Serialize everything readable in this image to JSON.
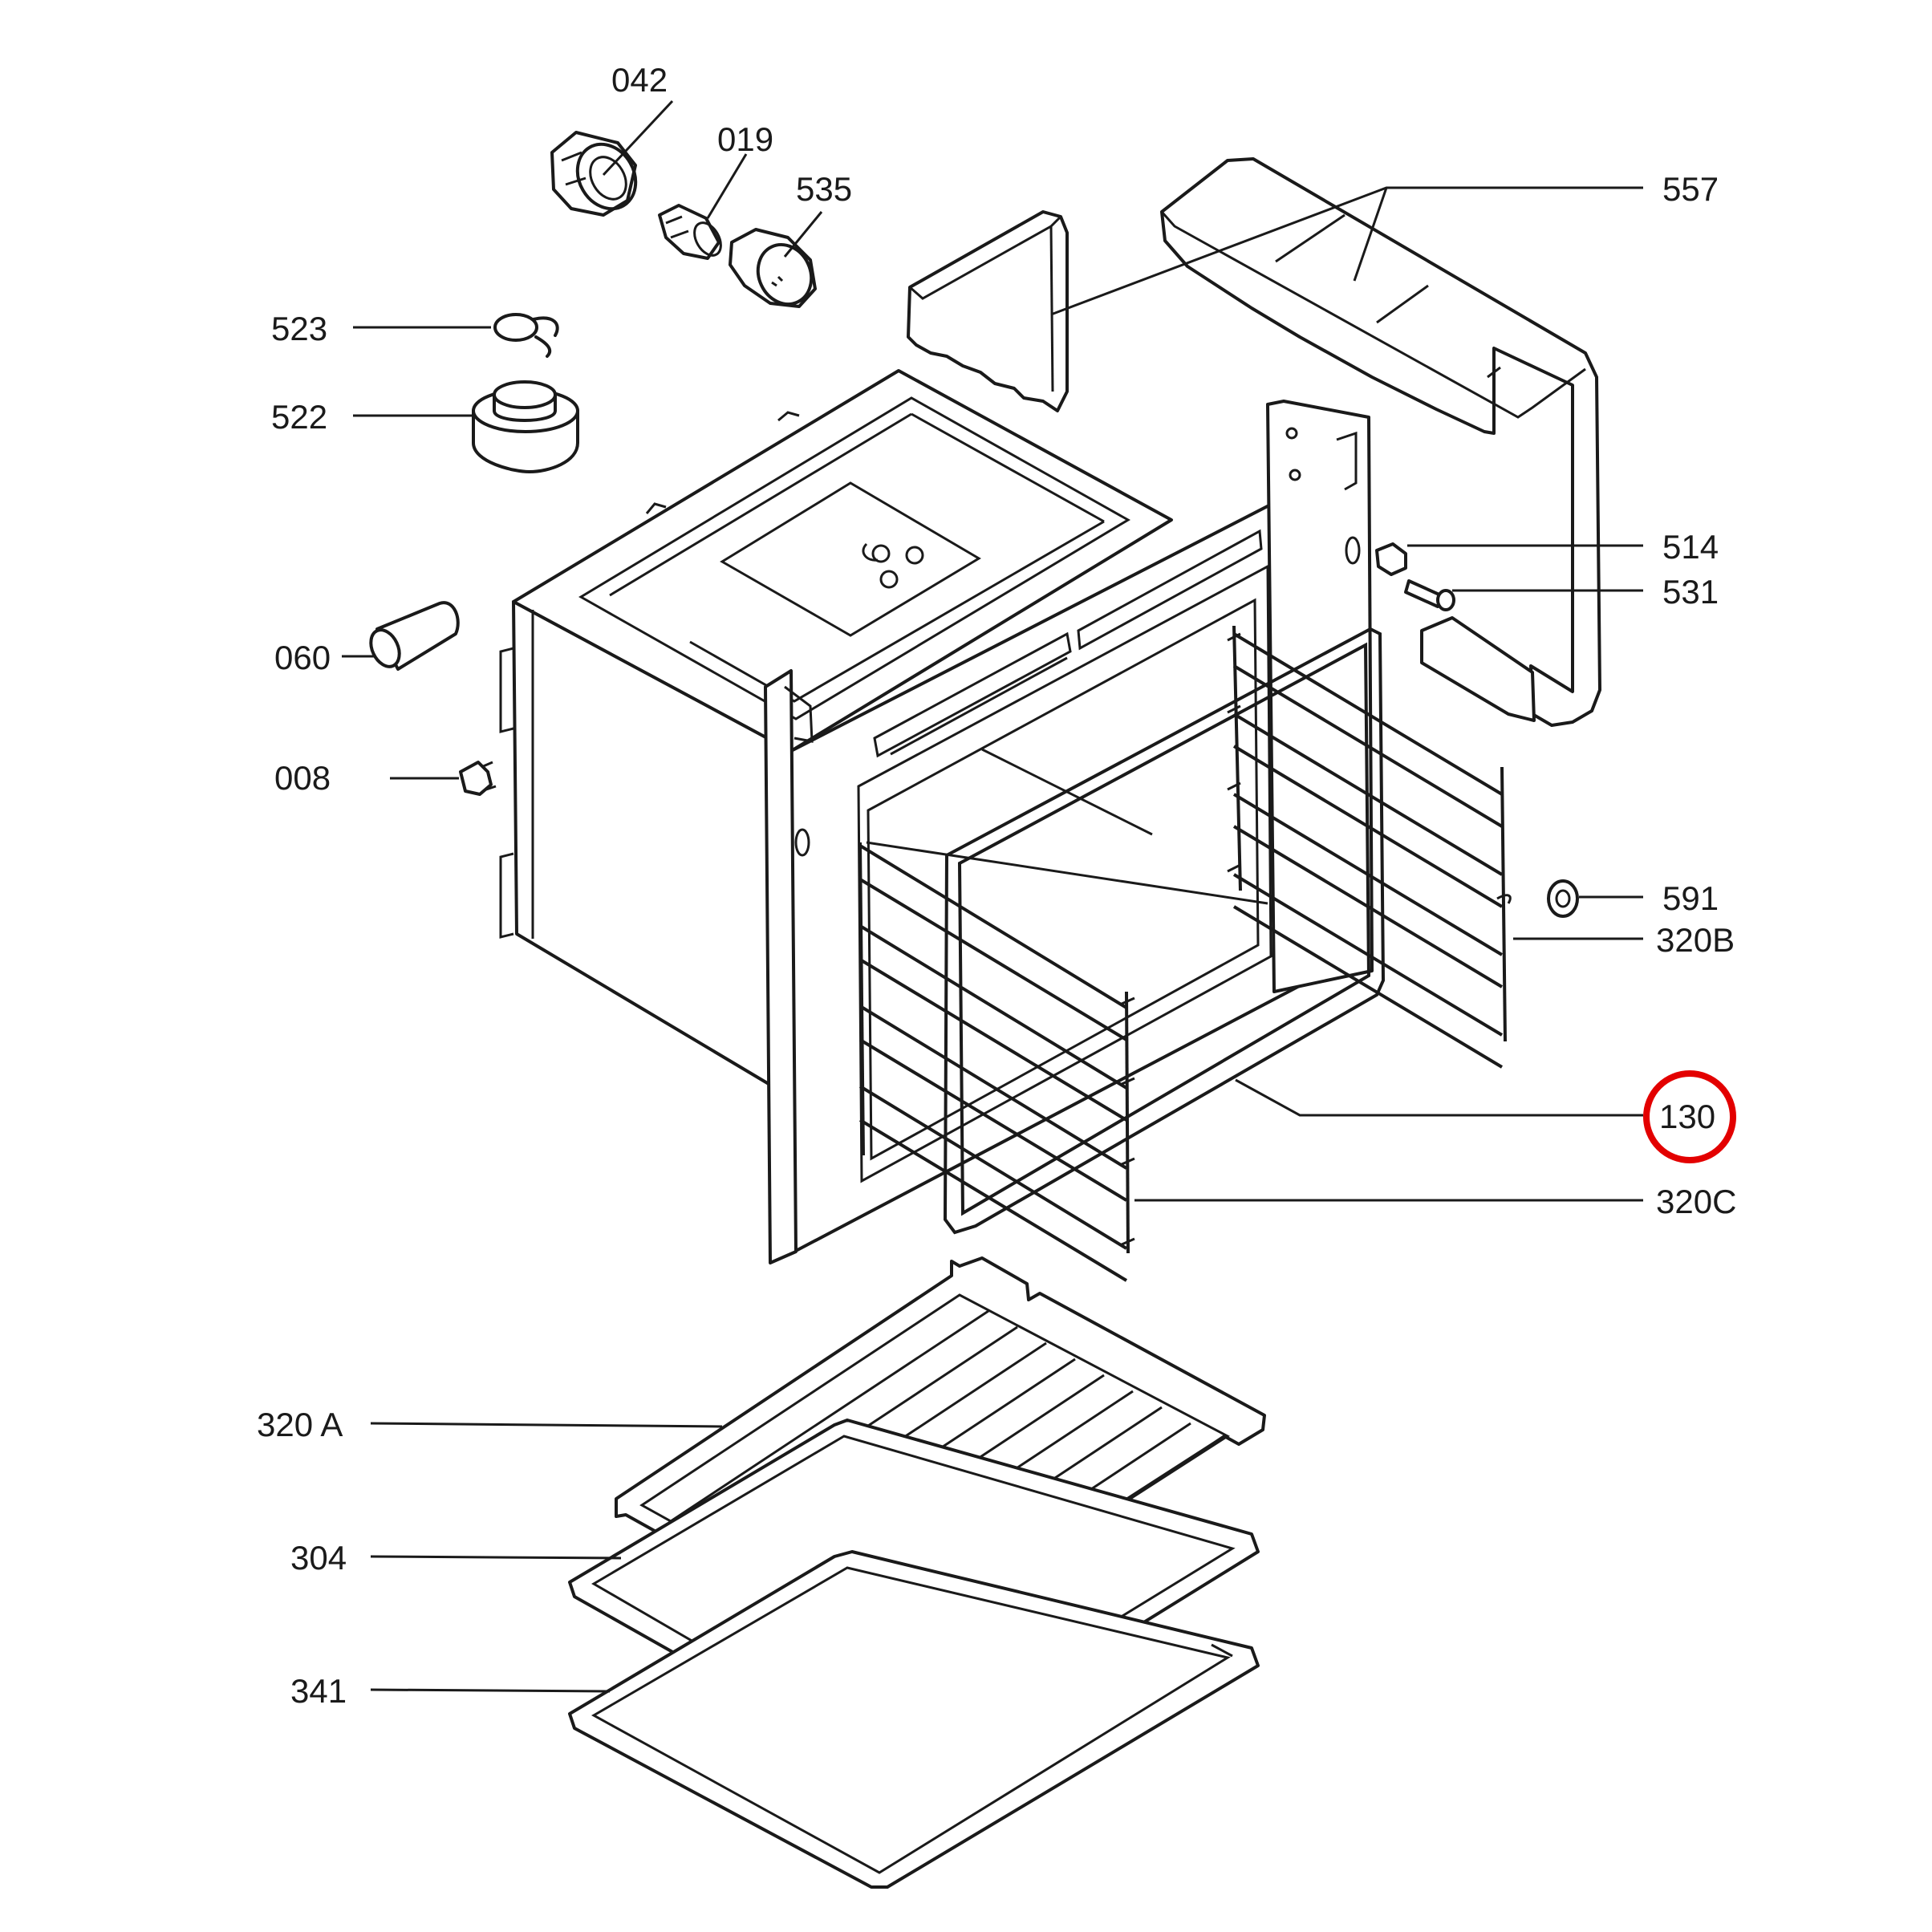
{
  "callouts": {
    "p042": "042",
    "p019": "019",
    "p535": "535",
    "p557": "557",
    "p523": "523",
    "p522": "522",
    "p514": "514",
    "p531": "531",
    "p060": "060",
    "p008": "008",
    "p591": "591",
    "p320B": "320B",
    "p130": "130",
    "p320C": "320C",
    "p320A": "320 A",
    "p304": "304",
    "p341": "341"
  },
  "highlight": {
    "callout": "130",
    "color": "#e30000"
  },
  "line_color": "#1a1a1a",
  "background": "#ffffff"
}
